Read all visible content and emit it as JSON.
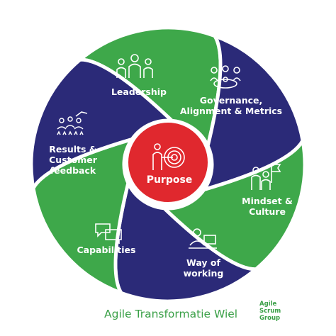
{
  "colors": {
    "green": "#3ea84a",
    "navy": "#2b2a78",
    "red": "#e0282e",
    "white": "#ffffff",
    "caption": "#3aa047"
  },
  "center": {
    "label": "Purpose",
    "icon": "target-person-icon"
  },
  "segments": [
    {
      "id": "leadership",
      "label": "Leadership",
      "icon": "leaders-group-icon",
      "color": "green"
    },
    {
      "id": "governance",
      "label": "Governance,\nAlignment & Metrics",
      "icon": "meeting-table-icon",
      "color": "navy"
    },
    {
      "id": "mindset",
      "label": "Mindset &\nCulture",
      "icon": "flag-team-icon",
      "color": "green"
    },
    {
      "id": "way-of-working",
      "label": "Way of\nworking",
      "icon": "laptop-worker-icon",
      "color": "navy"
    },
    {
      "id": "capabilities",
      "label": "Capabilities",
      "icon": "chat-bubbles-icon",
      "color": "green"
    },
    {
      "id": "results",
      "label": "Results &\nCustomer\nfeedback",
      "icon": "rating-stars-icon",
      "color": "navy"
    }
  ],
  "caption": "Agile Transformatie Wiel",
  "logo": {
    "line1": "Agile",
    "line2": "Scrum",
    "line3": "Group"
  }
}
